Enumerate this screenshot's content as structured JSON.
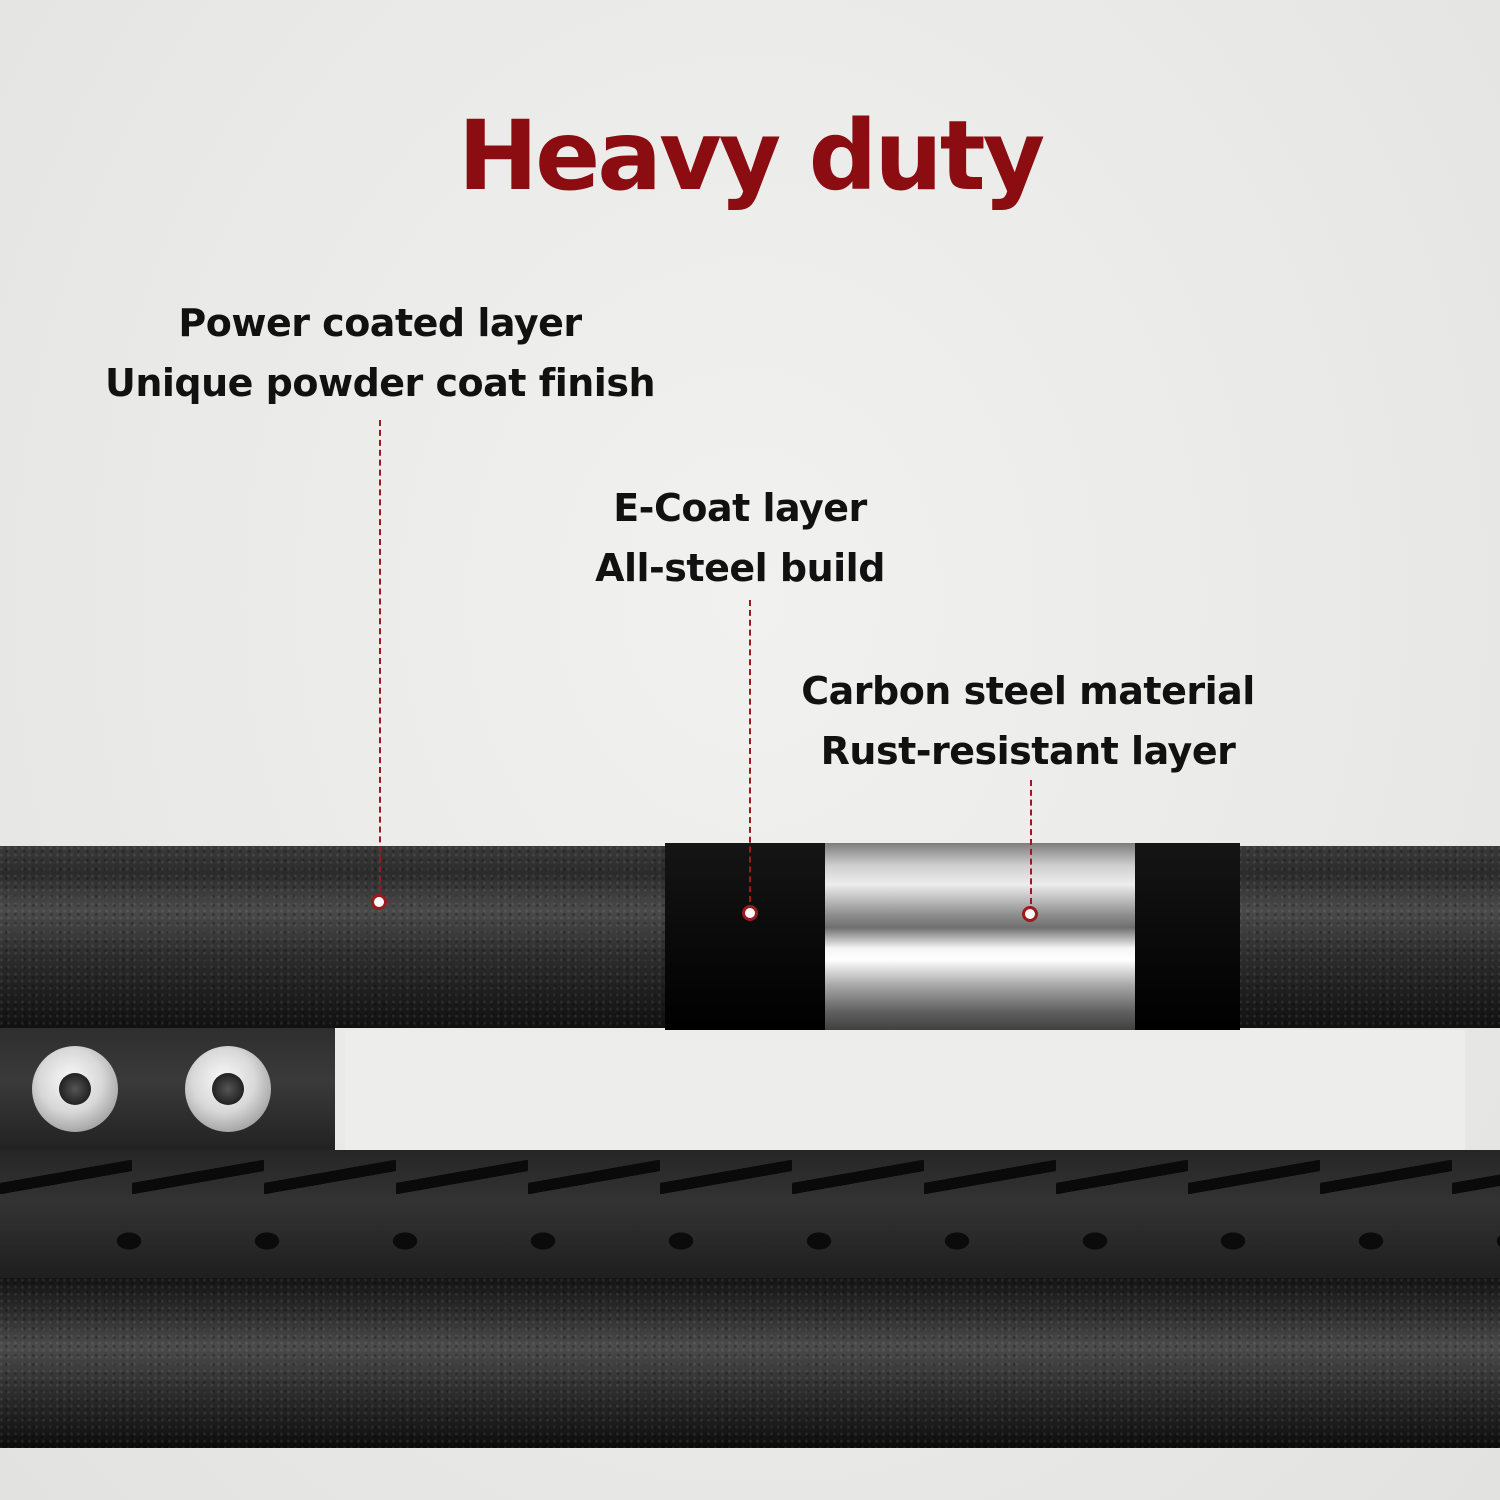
{
  "title": "Heavy duty",
  "callouts": [
    {
      "line1": "Power coated layer",
      "line2": "Unique powder coat finish"
    },
    {
      "line1": "E-Coat layer",
      "line2": "All-steel build"
    },
    {
      "line1": "Carbon steel material",
      "line2": "Rust-resistant layer"
    }
  ],
  "colors": {
    "title": "#8b0d12",
    "leader": "#9a1a1e",
    "text": "#111111"
  }
}
